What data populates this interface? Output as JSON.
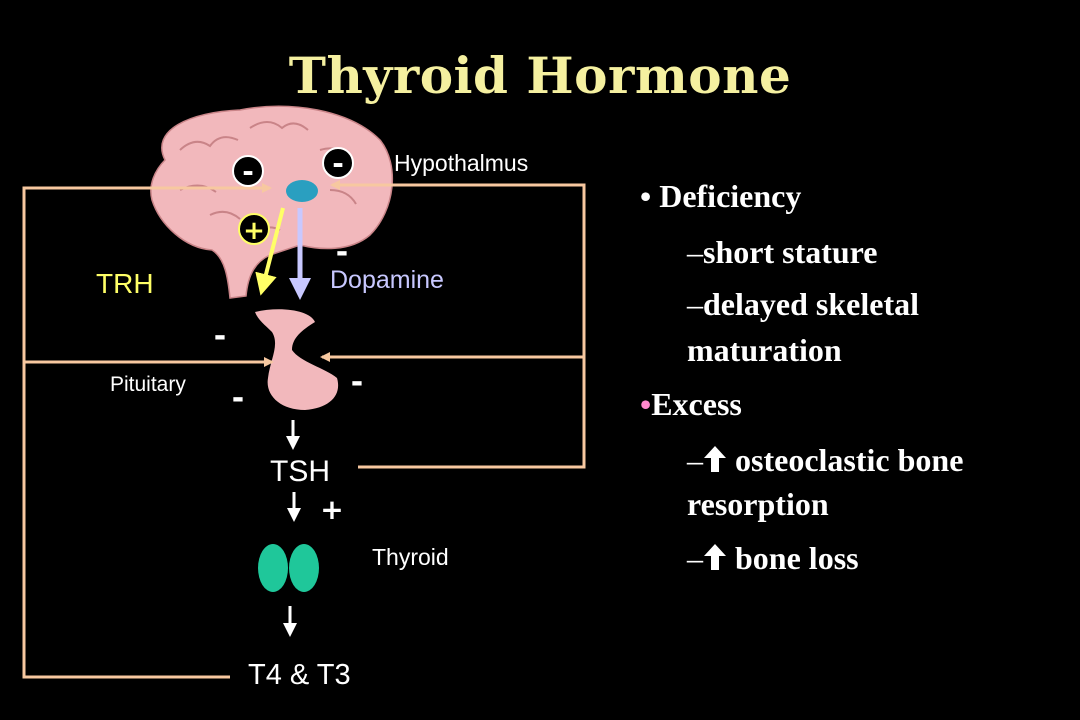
{
  "title": "Thyroid Hormone",
  "diagram": {
    "hypothalamus": "Hypothalmus",
    "trh": "TRH",
    "dopamine": "Dopamine",
    "pituitary": "Pituitary",
    "tsh": "TSH",
    "thyroid": "Thyroid",
    "t4_t3": "T4 & T3",
    "signs": {
      "minus": "-",
      "plus": "+"
    }
  },
  "bullets": {
    "deficiency": {
      "label": "Deficiency",
      "items": [
        "short stature",
        "delayed skeletal",
        "maturation"
      ]
    },
    "excess": {
      "label": "Excess",
      "items": [
        "osteoclastic bone",
        "resorption",
        "bone loss"
      ]
    }
  },
  "colors": {
    "title": "#f5f0a0",
    "feedback_line": "#f7c8a0",
    "trh": "#ffff66",
    "dopamine": "#c8c8ff",
    "brain": "#f2b8bc",
    "thyroid": "#1fc79a",
    "hypothalamus_node": "#2a9fc0"
  }
}
